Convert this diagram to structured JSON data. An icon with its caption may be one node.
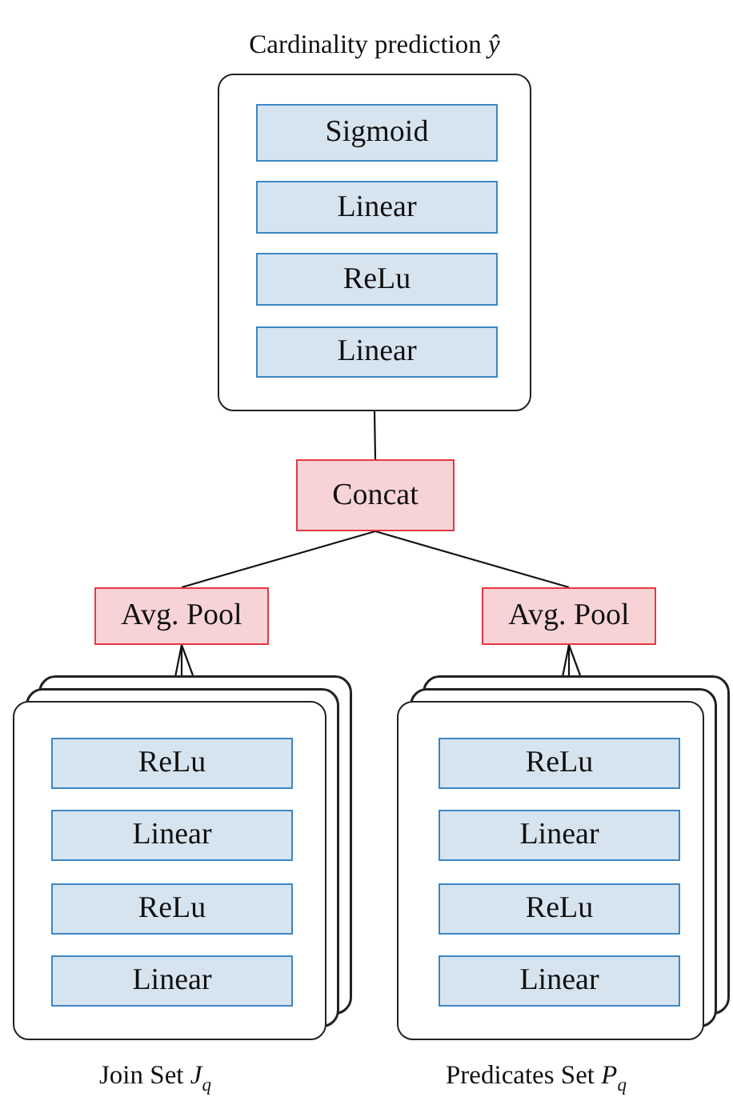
{
  "diagram": {
    "nodes": [
      {
        "text": [
          "Cardinality prediction *ŷ*"
        ]
      },
      {
        "text": [
          "Sigmoid"
        ],
        "in": 0
      },
      {
        "text": [
          "Linear"
        ],
        "in": 0
      },
      {
        "text": [
          "ReLu"
        ],
        "in": 0
      },
      {
        "text": [
          "Linear"
        ],
        "in": 0
      },
      {
        "text": [
          "Concat"
        ]
      },
      {
        "text": [
          "Avg. Pool"
        ]
      },
      {
        "text": [
          "Avg. Pool"
        ]
      },
      {
        "text": [
          "Join Set *J*$_{q}$"
        ]
      },
      {
        "text": [
          "ReLu"
        ],
        "in": 8
      },
      {
        "text": [
          "Linear"
        ],
        "in": 8
      },
      {
        "text": [
          "ReLu"
        ],
        "in": 8
      },
      {
        "text": [
          "Linear"
        ],
        "in": 8
      },
      {
        "text": [
          "Predicates Set *P*$_{q}$"
        ]
      },
      {
        "text": [
          "ReLu"
        ],
        "in": 13
      },
      {
        "text": [
          "Linear"
        ],
        "in": 13
      },
      {
        "text": [
          "ReLu"
        ],
        "in": 13
      },
      {
        "text": [
          "Linear"
        ],
        "in": 13
      }
    ],
    "edges": [
      {
        "from": 0,
        "to": 5,
        "arrow": "none"
      },
      {
        "from": 5,
        "to": 6,
        "arrow": "none"
      },
      {
        "from": 5,
        "to": 7,
        "arrow": "none"
      },
      {
        "from": 8,
        "to": 6,
        "arrow": "none"
      },
      {
        "from": 8,
        "to": 6,
        "arrow": "none"
      },
      {
        "from": 8,
        "to": 6,
        "arrow": "none"
      },
      {
        "from": 13,
        "to": 7,
        "arrow": "none"
      },
      {
        "from": 13,
        "to": 7,
        "arrow": "none"
      },
      {
        "from": 13,
        "to": 7,
        "arrow": "none"
      }
    ]
  }
}
